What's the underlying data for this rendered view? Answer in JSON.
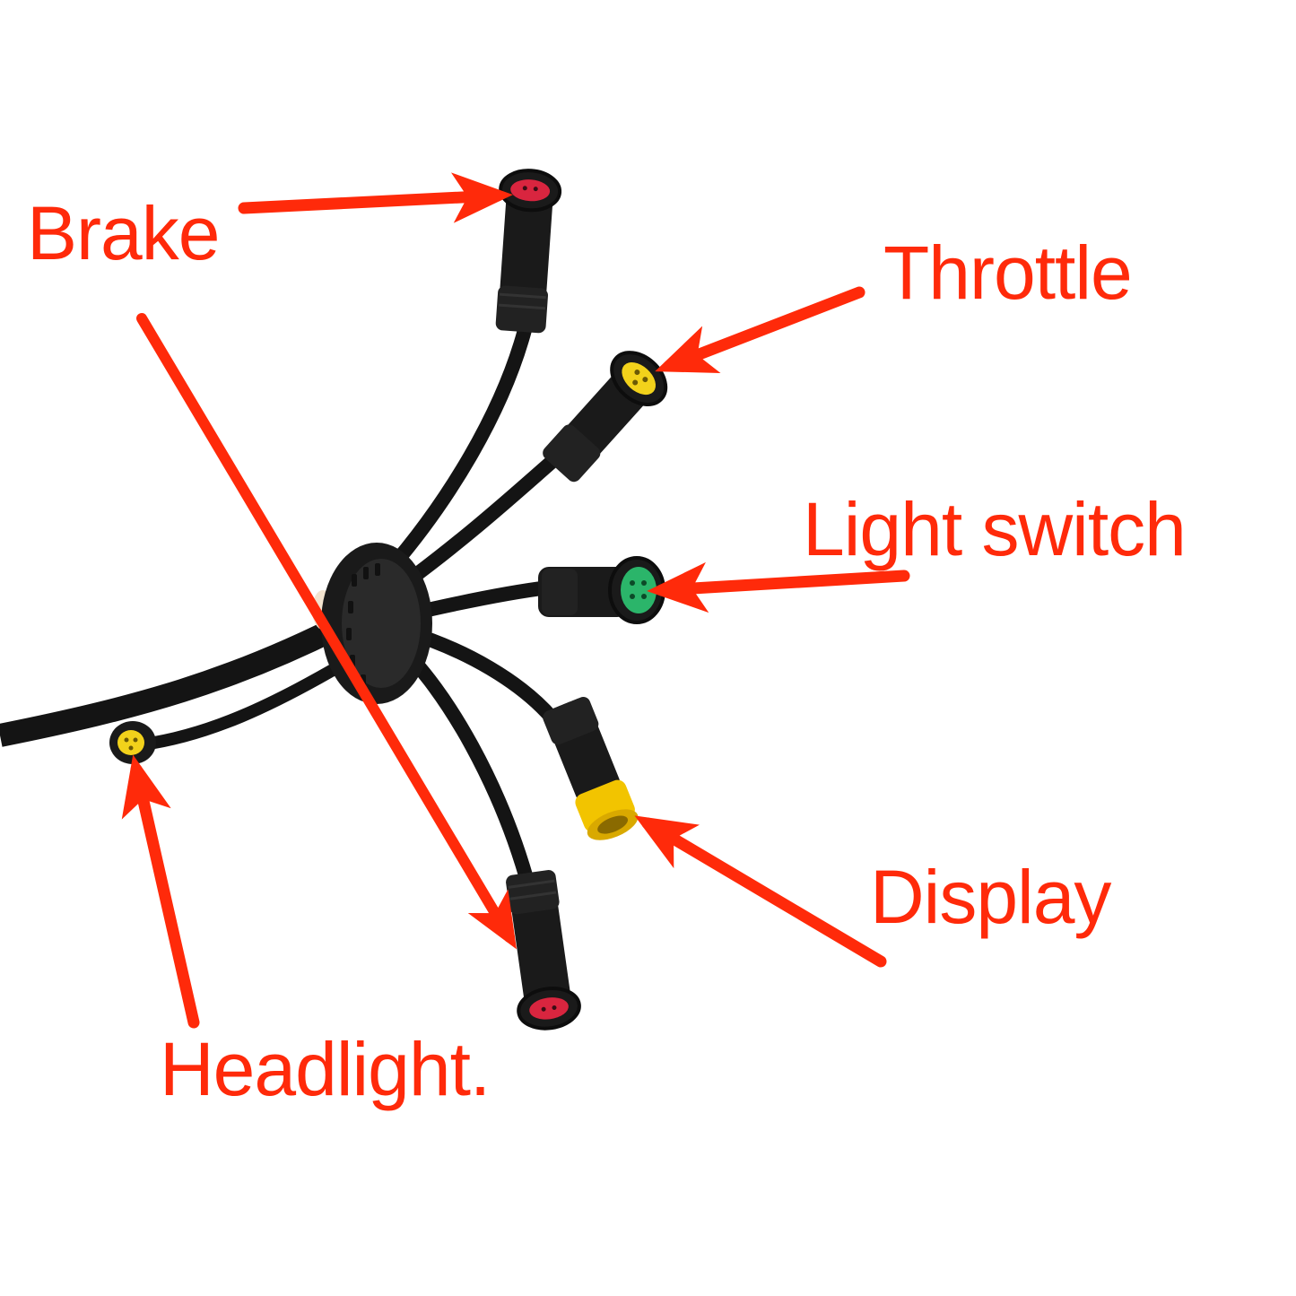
{
  "colors": {
    "annotation": "#ff2a0a",
    "cable": "#141414",
    "connector_body": "#1a1a1a",
    "brake_pin": "#d9253f",
    "throttle_pin": "#f2d21b",
    "light_switch_pin": "#2bb56a",
    "display_sleeve": "#f2c400",
    "headlight_pin": "#f2d21b"
  },
  "labels": {
    "brake": "Brake",
    "throttle": "Throttle",
    "light_switch": "Light switch",
    "display": "Display",
    "headlight": "Headlight."
  },
  "icons": {
    "arrow": "arrow-icon",
    "connector": "connector-icon"
  }
}
